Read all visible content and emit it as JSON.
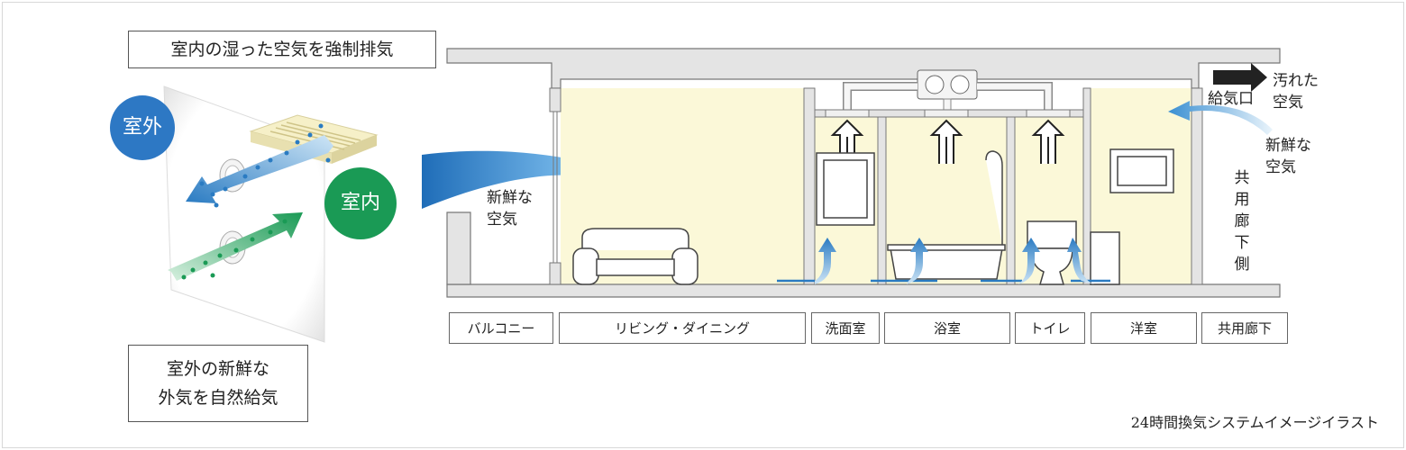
{
  "labels": {
    "exhaust": "室内の湿った空気を強制排気",
    "supply_line1": "室外の新鮮な",
    "supply_line2": "外気を自然給気",
    "outdoor": "室外",
    "indoor": "室内"
  },
  "annotations": {
    "fresh_air_left_1": "新鮮な",
    "fresh_air_left_2": "空気",
    "dirty_air_1": "汚れた",
    "dirty_air_2": "空気",
    "intake_vent": "給気口",
    "fresh_air_right_1": "新鮮な",
    "fresh_air_right_2": "空気",
    "corridor_side": [
      "共",
      "用",
      "廊",
      "下",
      "側"
    ]
  },
  "rooms": [
    {
      "name": "バルコニー"
    },
    {
      "name": "リビング・ダイニング"
    },
    {
      "name": "洗面室"
    },
    {
      "name": "浴室"
    },
    {
      "name": "トイレ"
    },
    {
      "name": "洋室"
    },
    {
      "name": "共用廊下"
    }
  ],
  "caption": "24時間換気システムイメージイラスト",
  "colors": {
    "room_fill": "#fbf8d8",
    "wall": "#e4e4e4",
    "fresh_air_blue": "#2a7bc2",
    "outdoor_circle": "#2d78c4",
    "indoor_circle": "#1a9a55"
  }
}
